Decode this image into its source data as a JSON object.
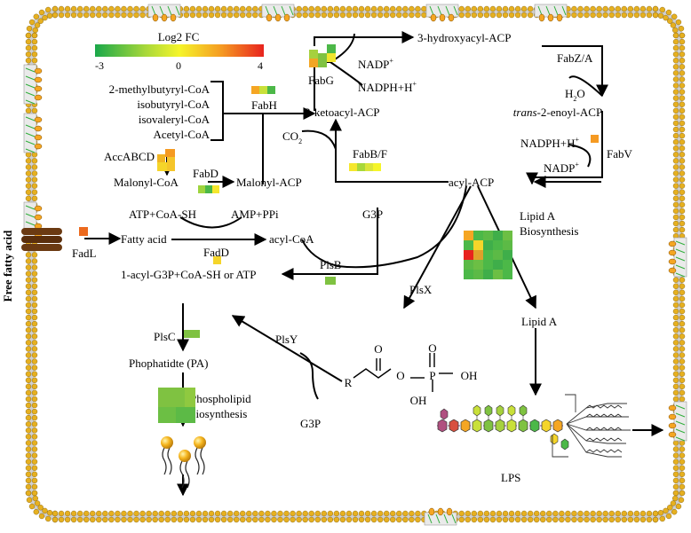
{
  "side_label": "Free fatty acid",
  "legend": {
    "title": "Log2 FC",
    "min": "-3",
    "mid": "0",
    "max": "4",
    "colors": [
      "#1aa84a",
      "#a8d83a",
      "#f5f52a",
      "#f59a22",
      "#e8231e"
    ]
  },
  "metabolites": {
    "methylbutyryl": "2-methylbutyryl-CoA",
    "isobutyryl": "isobutyryl-CoA",
    "isovaleryl": "isovaleryl-CoA",
    "acetyl": "Acetyl-CoA",
    "ketoacyl": "3-ketoacyl-ACP",
    "hydroxyacyl": "3-hydroxyacyl-ACP",
    "enoyl_italic": "trans",
    "enoyl_rest": "-2-enoyl-ACP",
    "malonyl_coa": "Malonyl-CoA",
    "malonyl_acp": "Malonyl-ACP",
    "acyl_acp": "acyl-ACP",
    "atp_coash": "ATP+CoA-SH",
    "amp_ppi": "AMP+PPi",
    "fatty_acid": "Fatty acid",
    "acyl_coa": "acyl-CoA",
    "g3p_top": "G3P",
    "acyl_g3p": "1-acyl-G3P+CoA-SH or ATP",
    "pa": "Phophatidte (PA)",
    "phospholipid_1": "Phospholipid",
    "phospholipid_2": "biosynthesis",
    "lipid_a_bio_1": "Lipid A",
    "lipid_a_bio_2": "Biosynthesis",
    "lipid_a": "Lipid A",
    "lps": "LPS",
    "g3p_bottom": "G3P"
  },
  "cofactors": {
    "nadp_top": "NADP",
    "nadph_top": "NADPH+H",
    "h2o_h": "H",
    "h2o_o": "O",
    "co2_c": "CO",
    "nadph_right": "NADPH+H",
    "nadp_right": "NADP"
  },
  "enzymes": {
    "fabh": "FabH",
    "fabg": "FabG",
    "fabza": "FabZ/A",
    "fabv": "FabV",
    "fabbf": "FabB/F",
    "accabcd": "AccABCD",
    "fabd": "FabD",
    "fadd": "FadD",
    "fadl": "FadL",
    "plsb": "PlsB",
    "plsx": "PlsX",
    "plsy": "PlsY",
    "plsc": "PlsC"
  },
  "acylphosphate": {
    "o_top": "O",
    "r": "R",
    "o_mid": "O",
    "p": "P",
    "o_right": "O",
    "oh_right": "OH",
    "oh_bottom": "OH"
  },
  "heatmaps": {
    "fabh": [
      "#f5a623",
      "#c9e03a",
      "#4cb848"
    ],
    "fabg": [
      "#f2a524",
      "#7fc241",
      "#f0e52d",
      "#a6d13e",
      "#4cb848"
    ],
    "fabv": [
      "#f59a22"
    ],
    "fabbf": [
      "#f5e72d",
      "#a8d83a",
      "#dbe53a",
      "#f5f52a"
    ],
    "accabcd": [
      "#f2b524",
      "#f59a22",
      "#f5d52a",
      "#f5c52a"
    ],
    "fabd": [
      "#9ed43e",
      "#4cb848",
      "#f5e72d"
    ],
    "fadd": [
      "#f5d52a"
    ],
    "fadl": [
      "#ec6a1e"
    ],
    "plsb": [
      "#7fc241"
    ],
    "plsc": [
      "#7fc241"
    ],
    "phospholipid": [
      "#7fc241",
      "#6cbf44",
      "#5cba46",
      "#8fc940"
    ],
    "lipid_a": [
      "#f5a623",
      "#4cb848",
      "#5cba46",
      "#3fae4a",
      "#6cbf44",
      "#4cb848",
      "#f5d52a",
      "#3fae4a",
      "#4cb848",
      "#5cba46",
      "#e8231e",
      "#e0a02a",
      "#4cb848",
      "#5cba46",
      "#3fae4a",
      "#5cba46",
      "#6cbf44",
      "#4cb848",
      "#3fae4a",
      "#4cb848",
      "#4cb848",
      "#5cba46",
      "#3fae4a",
      "#6cbf44",
      "#4cb848"
    ]
  }
}
